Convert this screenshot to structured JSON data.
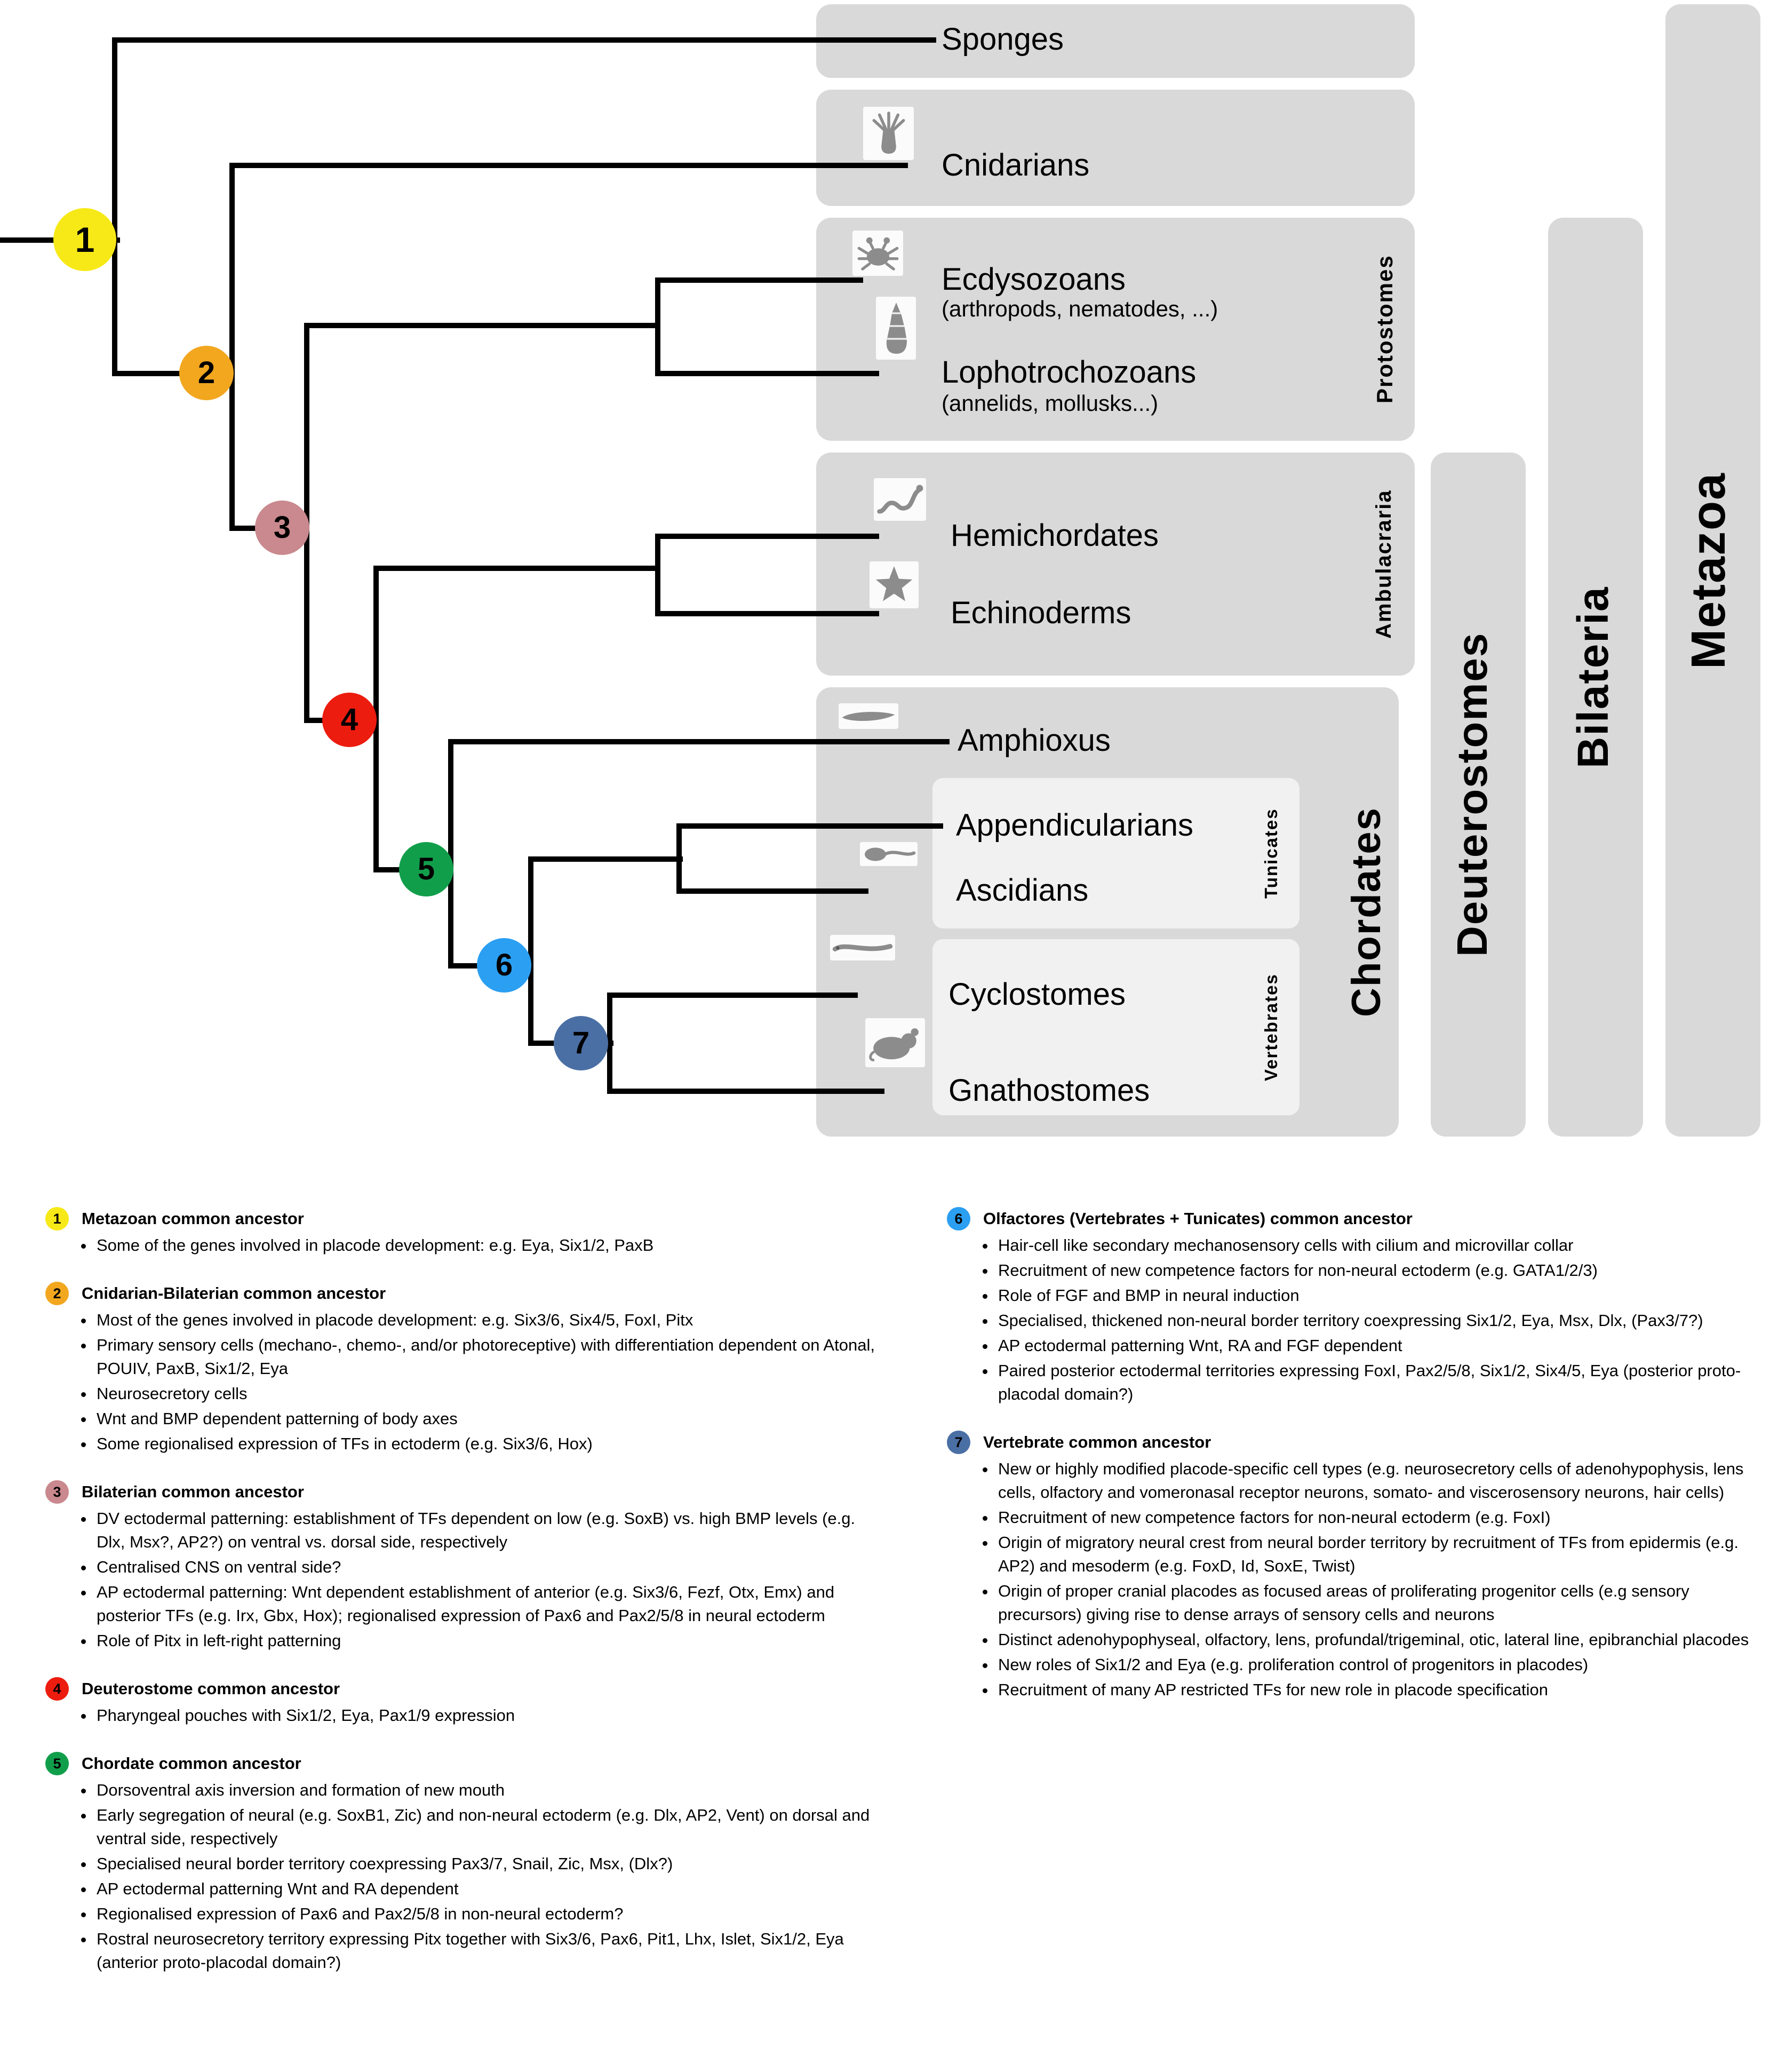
{
  "tree": {
    "taxa": [
      {
        "name": "Sponges",
        "subtitle": "",
        "icon": ""
      },
      {
        "name": "Cnidarians",
        "subtitle": "",
        "icon": "sea-anemone-icon"
      },
      {
        "name": "Ecdysozoans",
        "subtitle": "(arthropods, nematodes, ...)",
        "icon": "crab-icon"
      },
      {
        "name": "Lophotrochozoans",
        "subtitle": "(annelids, mollusks...)",
        "icon": "snail-shell-icon"
      },
      {
        "name": "Hemichordates",
        "subtitle": "",
        "icon": "acorn-worm-icon"
      },
      {
        "name": "Echinoderms",
        "subtitle": "",
        "icon": "starfish-icon"
      },
      {
        "name": "Amphioxus",
        "subtitle": "",
        "icon": "lancelet-icon"
      },
      {
        "name": "Appendicularians",
        "subtitle": "",
        "icon": ""
      },
      {
        "name": "Ascidians",
        "subtitle": "",
        "icon": "ascidian-icon"
      },
      {
        "name": "Cyclostomes",
        "subtitle": "",
        "icon": "lamprey-icon"
      },
      {
        "name": "Gnathostomes",
        "subtitle": "",
        "icon": "mouse-icon"
      }
    ],
    "groups": {
      "protostomes": {
        "label": "Protostomes"
      },
      "ambulacraria": {
        "label": "Ambulacraria"
      },
      "tunicates": {
        "label": "Tunicates"
      },
      "vertebrates": {
        "label": "Vertebrates"
      },
      "chordates": {
        "label": "Chordates"
      },
      "deuterostomes": {
        "label": "Deuterostomes"
      },
      "bilateria": {
        "label": "Bilateria"
      },
      "metazoa": {
        "label": "Metazoa"
      }
    },
    "nodes": [
      {
        "number": "1",
        "color": "#f7e917"
      },
      {
        "number": "2",
        "color": "#f2a71f"
      },
      {
        "number": "3",
        "color": "#c9898e"
      },
      {
        "number": "4",
        "color": "#ec1c0f"
      },
      {
        "number": "5",
        "color": "#119e4b"
      },
      {
        "number": "6",
        "color": "#2b9ff2"
      },
      {
        "number": "7",
        "color": "#4a6fa5"
      }
    ]
  },
  "annotations": [
    {
      "number": "1",
      "color": "#f7e917",
      "title": "Metazoan common ancestor",
      "bullets": [
        "Some of the genes involved in placode development: e.g. Eya, Six1/2, PaxB"
      ]
    },
    {
      "number": "2",
      "color": "#f2a71f",
      "title": "Cnidarian-Bilaterian common ancestor",
      "bullets": [
        "Most of the genes involved in placode development: e.g. Six3/6, Six4/5, FoxI, Pitx",
        "Primary sensory cells (mechano-, chemo-, and/or photoreceptive) with differentiation dependent on Atonal, POUIV, PaxB, Six1/2, Eya",
        "Neurosecretory cells",
        "Wnt and BMP dependent patterning of body axes",
        "Some regionalised expression of TFs in ectoderm (e.g. Six3/6, Hox)"
      ]
    },
    {
      "number": "3",
      "color": "#c9898e",
      "title": "Bilaterian common ancestor",
      "bullets": [
        "DV ectodermal patterning: establishment of TFs dependent on low (e.g. SoxB) vs. high BMP levels (e.g. Dlx, Msx?, AP2?) on ventral vs. dorsal side, respectively",
        "Centralised CNS on ventral side?",
        "AP ectodermal patterning: Wnt dependent establishment of anterior (e.g. Six3/6, Fezf, Otx, Emx) and posterior TFs (e.g. Irx, Gbx, Hox); regionalised expression of Pax6 and Pax2/5/8 in neural ectoderm",
        "Role of Pitx in left-right patterning"
      ]
    },
    {
      "number": "4",
      "color": "#ec1c0f",
      "title": "Deuterostome common ancestor",
      "bullets": [
        "Pharyngeal pouches with Six1/2, Eya, Pax1/9 expression"
      ]
    },
    {
      "number": "5",
      "color": "#119e4b",
      "title": "Chordate common ancestor",
      "bullets": [
        "Dorsoventral axis inversion and formation of new mouth",
        "Early segregation of neural (e.g. SoxB1, Zic) and non-neural ectoderm (e.g. Dlx, AP2, Vent) on dorsal and ventral side, respectively",
        "Specialised neural border territory coexpressing Pax3/7, Snail, Zic, Msx, (Dlx?)",
        "AP ectodermal patterning Wnt and RA dependent",
        "Regionalised expression of Pax6 and Pax2/5/8 in non-neural ectoderm?",
        "Rostral neurosecretory territory expressing Pitx together with Six3/6, Pax6, Pit1, Lhx, Islet, Six1/2, Eya (anterior proto-placodal domain?)"
      ]
    },
    {
      "number": "6",
      "color": "#2b9ff2",
      "title": "Olfactores (Vertebrates + Tunicates) common ancestor",
      "bullets": [
        "Hair-cell like secondary mechanosensory cells with cilium and microvillar collar",
        "Recruitment of new competence factors for non-neural ectoderm (e.g. GATA1/2/3)",
        "Role of FGF and BMP in neural induction",
        "Specialised, thickened non-neural border territory coexpressing Six1/2, Eya, Msx, Dlx, (Pax3/7?)",
        "AP ectodermal patterning Wnt, RA and FGF dependent",
        "Paired posterior ectodermal territories expressing FoxI, Pax2/5/8, Six1/2, Six4/5, Eya (posterior proto-placodal domain?)"
      ]
    },
    {
      "number": "7",
      "color": "#4a6fa5",
      "title": "Vertebrate common ancestor",
      "bullets": [
        "New or highly modified placode-specific cell types (e.g. neurosecretory cells of adenohypophysis, lens cells, olfactory and vomeronasal receptor neurons, somato- and viscerosensory neurons, hair cells)",
        "Recruitment of new competence factors for non-neural ectoderm (e.g. FoxI)",
        "Origin of migratory neural crest from neural border territory by recruitment of TFs from epidermis (e.g. AP2) and mesoderm (e.g. FoxD, Id, SoxE, Twist)",
        "Origin of proper cranial placodes as focused areas of proliferating progenitor cells (e.g sensory precursors) giving rise to dense arrays of sensory cells and neurons",
        "Distinct adenohypophyseal, olfactory, lens, profundal/trigeminal, otic, lateral line, epibranchial placodes",
        "New roles of Six1/2 and Eya (e.g. proliferation control of progenitors in placodes)",
        "Recruitment of many AP restricted TFs for new role in placode specification"
      ]
    }
  ]
}
